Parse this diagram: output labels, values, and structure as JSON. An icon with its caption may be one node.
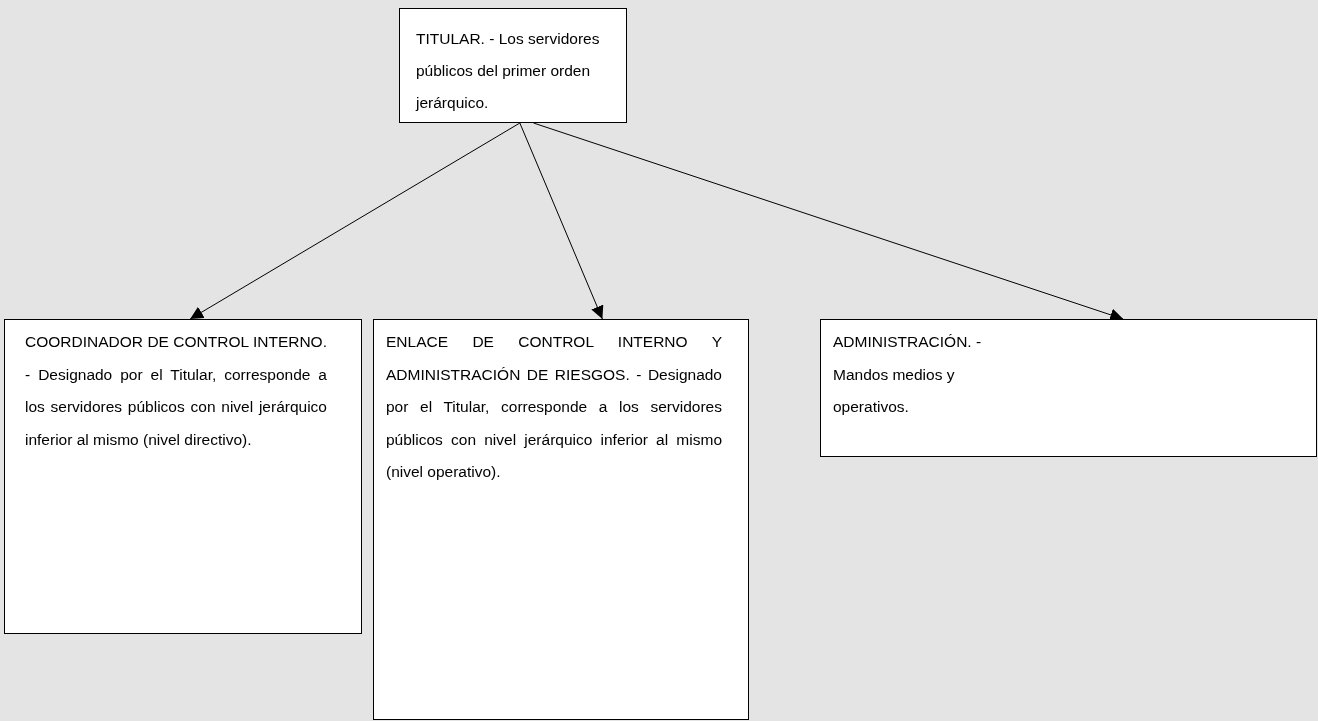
{
  "diagram": {
    "nodes": [
      {
        "text": [
          "TITULAR. - Los servidores públicos del primer orden jerárquico."
        ]
      },
      {
        "text": [
          "COORDINADOR DE CONTROL INTERNO. - Designado por el Titular, corresponde a los servidores públicos con nivel jerárquico inferior al mismo (nivel directivo)."
        ]
      },
      {
        "text": [
          "ENLACE DE CONTROL INTERNO Y ADMINISTRACIÓN DE RIESGOS. - Designado por el Titular, corresponde a los servidores públicos con nivel jerárquico inferior al mismo (nivel operativo)."
        ]
      },
      {
        "text": [
          "ADMINISTRACIÓN. - Mandos medios y operativos."
        ]
      }
    ],
    "edges": [
      {
        "from": 0,
        "to": 1,
        "arrow": "to"
      },
      {
        "from": 0,
        "to": 2,
        "arrow": "to"
      },
      {
        "from": 0,
        "to": 3,
        "arrow": "to"
      }
    ]
  }
}
